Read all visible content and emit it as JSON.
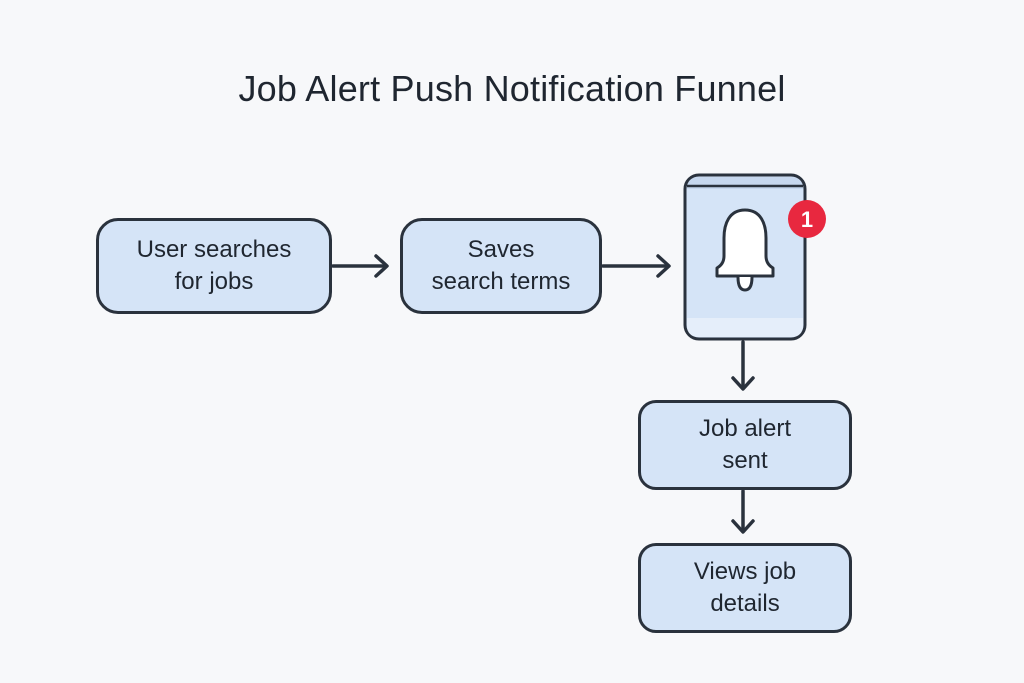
{
  "diagram": {
    "title": "Job Alert Push Notification Funnel",
    "steps": [
      {
        "id": "step-1",
        "label": "User searches\nfor jobs"
      },
      {
        "id": "step-2",
        "label": "Saves\nsearch terms"
      },
      {
        "id": "step-3",
        "label": "Job alert\nsent"
      },
      {
        "id": "step-4",
        "label": "Views job\ndetails"
      }
    ],
    "phone": {
      "icon": "bell-icon",
      "badge_count": "1"
    },
    "colors": {
      "node_fill": "#d5e4f7",
      "node_stroke": "#2a323d",
      "badge": "#e8283f",
      "background": "#f7f8fa"
    }
  }
}
